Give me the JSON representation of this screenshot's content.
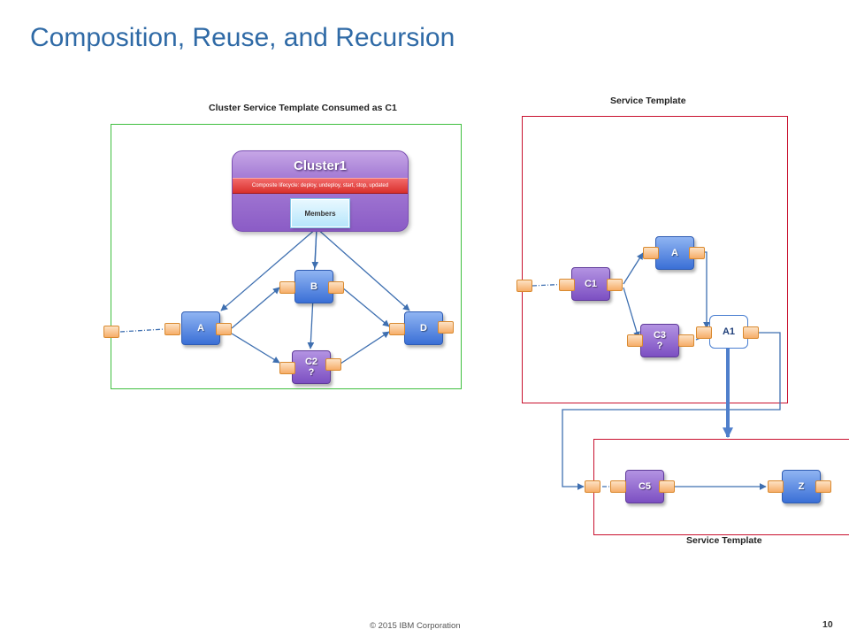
{
  "title": "Composition, Reuse, and Recursion",
  "captions": {
    "cluster_template": "Cluster Service Template Consumed as C1",
    "service_template_top": "Service Template",
    "service_template_bottom": "Service Template"
  },
  "cluster": {
    "title": "Cluster1",
    "lifecycle": "Composite lifecycle: deploy, undeploy, start, stop, updated",
    "members": "Members"
  },
  "nodes": {
    "left_a": "A",
    "left_b": "B",
    "left_c2": "C2\n?",
    "left_d": "D",
    "right_a": "A",
    "right_c1": "C1",
    "right_c3": "C3\n?",
    "a1": "A1",
    "c5": "C5",
    "z": "Z"
  },
  "colors": {
    "title": "#2f6aa6",
    "frame_green": "#3fbf3f",
    "frame_red": "#c8102e",
    "connector": "#3e6fb0",
    "node_blue": "#3a6fd6",
    "node_purple": "#7c4fc2",
    "port_orange": "#f6ad68"
  },
  "footer": {
    "copyright": "© 2015 IBM Corporation",
    "page_number": "10"
  }
}
